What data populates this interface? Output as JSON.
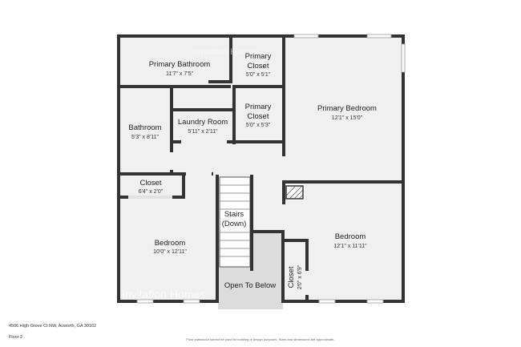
{
  "watermark": "Invitation Homes",
  "footer": {
    "address": "4506 High Grove Ct NW, Acworth, GA 30102",
    "floor": "Floor 2",
    "disclaimer": "Floor plans/sour cannot be used for building or design purposes. Sizes and dimensions are approximate."
  },
  "rooms": {
    "primary_bathroom": {
      "name": "Primary Bathroom",
      "dims": "11'7\" x 7'5\""
    },
    "primary_closet_1": {
      "name_1": "Primary",
      "name_2": "Closet",
      "dims": "5'0\" x 5'1\""
    },
    "primary_closet_2": {
      "name_1": "Primary",
      "name_2": "Closet",
      "dims": "5'0\" x 5'3\""
    },
    "primary_bedroom": {
      "name": "Primary Bedroom",
      "dims": "12'1\" x 15'0\""
    },
    "bathroom": {
      "name": "Bathroom",
      "dims": "5'3\" x 8'11\""
    },
    "laundry_room": {
      "name": "Laundry Room",
      "dims": "5'11\" x 2'11\""
    },
    "closet_small": {
      "name": "Closet",
      "dims": "6'4\" x 2'0\""
    },
    "stairs": {
      "name_1": "Stairs",
      "name_2": "(Down)"
    },
    "bedroom_left": {
      "name": "Bedroom",
      "dims": "10'0\" x 12'11\""
    },
    "bedroom_right": {
      "name": "Bedroom",
      "dims": "12'1\" x 11'11\""
    },
    "open_to_below": {
      "name": "Open To Below"
    },
    "closet_vertical": {
      "name": "Closet",
      "dims": "2'0\" x 6'9\""
    }
  },
  "colors": {
    "wall": "#333333",
    "floor": "#f0f0f0",
    "open_area": "#dcdcdc",
    "window": "#bfbfbf"
  }
}
